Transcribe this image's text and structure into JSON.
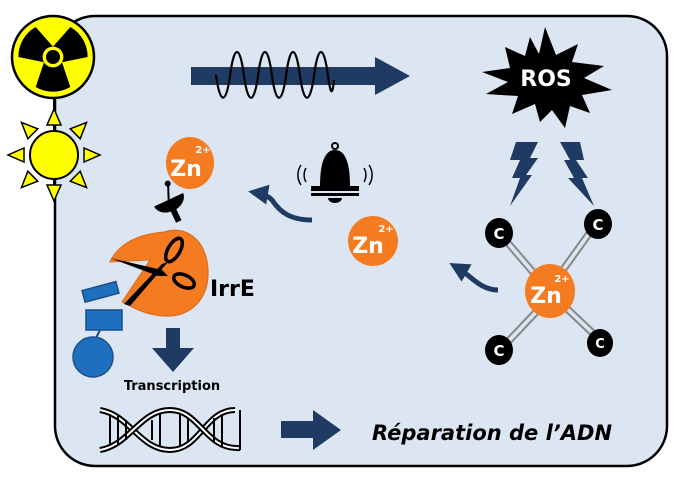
{
  "diagram": {
    "title": "IrrE-mediated DNA repair pathway",
    "labels": {
      "ros": "ROS",
      "irre": "IrrE",
      "transcription": "Transcription",
      "dna_repair": "Réparation de l’ADN"
    },
    "zinc": {
      "symbol": "Zn",
      "charge": "2+"
    },
    "carbon": {
      "symbol": "C"
    },
    "icons": {
      "radiation": "radiation-hazard-icon",
      "sun": "sun-icon",
      "wave": "electromagnetic-wave-icon",
      "ros_burst": "explosion-burst-icon",
      "lightning": "lightning-bolt-icon",
      "bell": "ringing-bell-icon",
      "antenna": "satellite-dish-icon",
      "scissors": "scissors-icon",
      "dna": "dna-helix-icon",
      "protein": "protein-shapes-icon"
    },
    "colors": {
      "panel_bg": "#dce6f2",
      "panel_border": "#000000",
      "arrow_navy": "#1f3b63",
      "zinc_orange": "#f47b20",
      "protein_blue": "#1f6fbf",
      "radiation_yellow": "#ffff00",
      "carbon_black": "#000000"
    }
  }
}
